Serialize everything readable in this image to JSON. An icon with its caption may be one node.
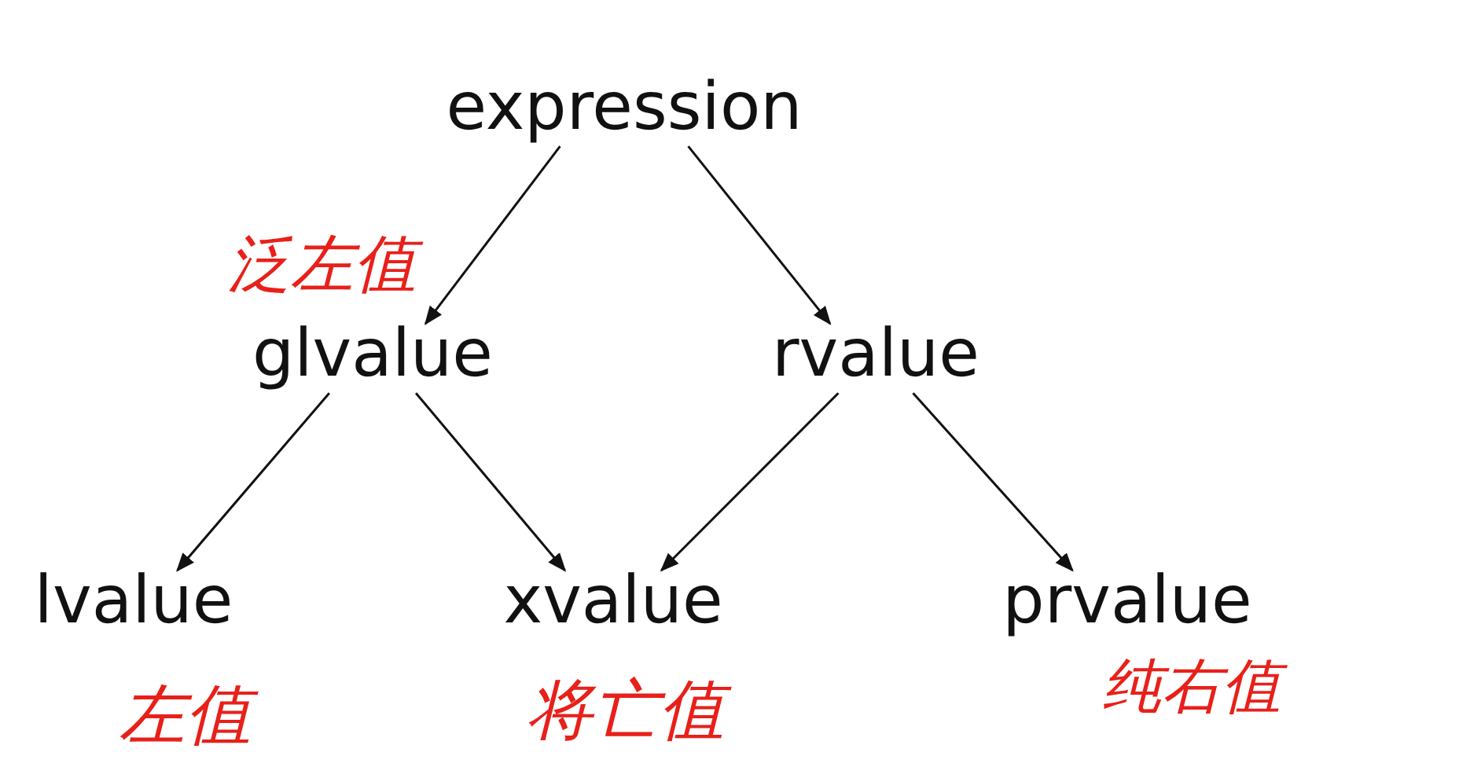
{
  "diagram": {
    "nodes": [
      {
        "text": [
          "expression"
        ]
      },
      {
        "text": [
          "glvalue"
        ],
        "beside": [
          "泛左值"
        ]
      },
      {
        "text": [
          "rvalue"
        ]
      },
      {
        "text": [
          "lvalue"
        ],
        "beside": [
          "左值"
        ]
      },
      {
        "text": [
          "xvalue"
        ],
        "beside": [
          "将亡值"
        ]
      },
      {
        "text": [
          "prvalue"
        ],
        "beside": [
          "纯右值"
        ]
      }
    ],
    "edges": [
      {
        "from": 0,
        "to": 1,
        "arrow": "to"
      },
      {
        "from": 0,
        "to": 2,
        "arrow": "to"
      },
      {
        "from": 1,
        "to": 3,
        "arrow": "to"
      },
      {
        "from": 1,
        "to": 4,
        "arrow": "to"
      },
      {
        "from": 2,
        "to": 4,
        "arrow": "to"
      },
      {
        "from": 2,
        "to": 5,
        "arrow": "to"
      }
    ]
  }
}
